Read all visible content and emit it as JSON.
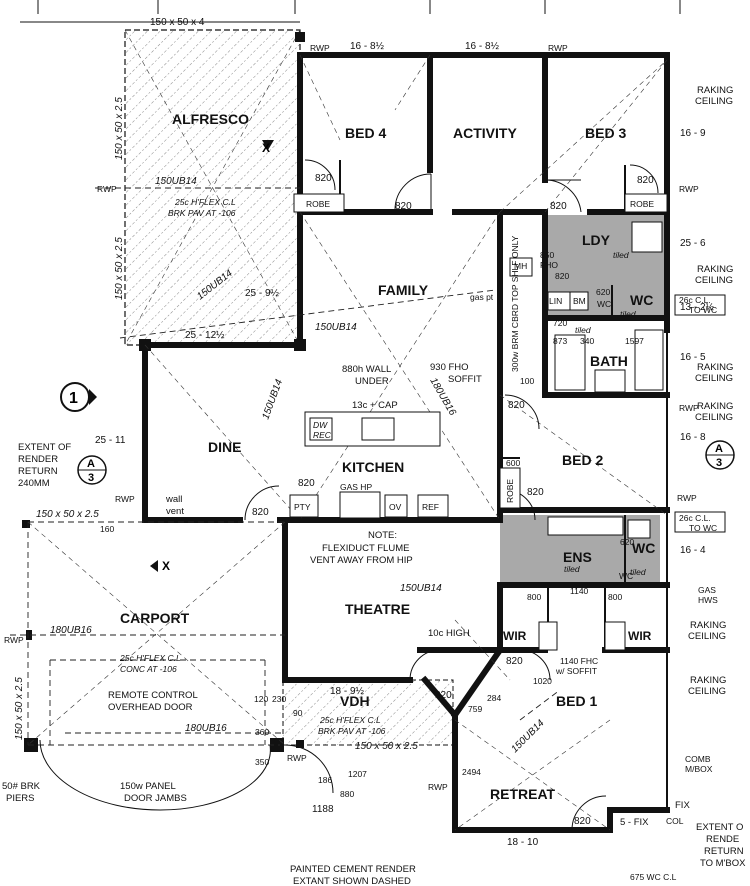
{
  "rooms": {
    "alfresco": "ALFRESCO",
    "bed4": "BED 4",
    "activity": "ACTIVITY",
    "bed3": "BED 3",
    "family": "FAMILY",
    "ldy": "LDY",
    "wc": "WC",
    "bath": "BATH",
    "dine": "DINE",
    "kitchen": "KITCHEN",
    "bed2": "BED 2",
    "ens": "ENS",
    "wc2": "WC",
    "carport": "CARPORT",
    "theatre": "THEATRE",
    "wir1": "WIR",
    "wir2": "WIR",
    "vdh": "VDH",
    "bed1": "BED 1",
    "retreat": "RETREAT"
  },
  "dims": {
    "top_beam": "150 x 50 x 4",
    "bed4_w": "16 - 8½",
    "activity_w": "16 - 8½",
    "rwp": "RWP",
    "bed3_h": "16 - 9",
    "laundry_h": "25 - 6",
    "wc_h": "13 - 2½",
    "bath_h": "16 - 5",
    "bed2_h": "16 - 8",
    "ens_h": "16 - 4",
    "alfresco_h": "25 - 9½",
    "alfresco_w": "25 - 12½",
    "dine_h": "25 - 11",
    "vdh_w": "18 - 9½",
    "retreat_w": "18 - 10",
    "d820": "820",
    "d600": "600",
    "d620": "620",
    "d720": "720",
    "d850": "850",
    "d873": "873",
    "d340": "340",
    "d1597": "1597",
    "d100": "100",
    "d160": "160",
    "d120": "120",
    "d230": "230",
    "d90": "90",
    "d360": "360",
    "d350": "350",
    "d1020": "1020",
    "d759": "759",
    "d284": "284",
    "d2494": "2494",
    "d1207": "1207",
    "d1188": "1188",
    "d880": "880",
    "d186": "186",
    "d800": "800",
    "d1140": "1140",
    "beam150ub14": "150UB14",
    "beam180ub16": "180UB16",
    "side_beam": "150 x 50 x 2.5",
    "fix": "FIX",
    "fix5": "5 - FIX",
    "col": "COL",
    "wc_cl": "675 WC C.L"
  },
  "labels": {
    "robe": "ROBE",
    "raking_ceiling": "RAKING CEILING",
    "fho": "FHO",
    "tiled": "tiled",
    "lin": "LIN",
    "bm": "BM",
    "mh": "MH",
    "gas_pt": "gas pt",
    "cbrd": "300w BRM CBRD TOP SHLF ONLY",
    "wall_under": "880h WALL",
    "under": "UNDER",
    "cap": "13c + CAP",
    "dw": "DW",
    "rec": "REC",
    "fho930": "930 FHO",
    "soffit": "SOFFIT",
    "pty": "PTY",
    "ov": "OV",
    "ref": "REF",
    "gas_hp": "GAS HP",
    "flume_note1": "NOTE:",
    "flume_note2": "FLEXIDUCT FLUME",
    "flume_note3": "VENT AWAY FROM HIP",
    "c26_1": "26c C.L.",
    "to_wc": "TO WC",
    "gas_hws1": "GAS",
    "gas_hws2": "HWS",
    "high10c": "10c HIGH",
    "fhc_soffit1": "1140 FHC",
    "fhc_soffit2": "w/ SOFFIT",
    "extent1": "EXTENT OF",
    "extent2": "RENDER",
    "extent3": "RETURN",
    "extent4": "240MM",
    "wall_vent1": "wall",
    "wall_vent2": "vent",
    "alfresco_flex1": "25c H'FLEX C.L",
    "alfresco_flex2": "BRK PAV AT -106",
    "carport_flex1": "25c H'FLEX C.L",
    "carport_flex2": "CONC AT -106",
    "remote1": "REMOTE CONTROL",
    "remote2": "OVERHEAD DOOR",
    "vdh_flex1": "25c H'FLEX C.L",
    "vdh_flex2": "BRK PAV AT -106",
    "jambs1": "150w PANEL",
    "jambs2": "DOOR JAMBS",
    "piers1": "50# BRK",
    "piers2": "PIERS",
    "painted1": "PAINTED CEMENT RENDER",
    "painted2": "EXTANT SHOWN DASHED",
    "comb1": "COMB",
    "comb2": "M/BOX",
    "ext_r1": "EXTENT O",
    "ext_r2": "RENDE",
    "ext_r3": "RETURN",
    "ext_r4": "TO M'BOX",
    "section1": "1",
    "section_a": "A",
    "section_3": "3",
    "x_mark": "X",
    "ceiling": "CEILING",
    "raking": "RAKING"
  }
}
